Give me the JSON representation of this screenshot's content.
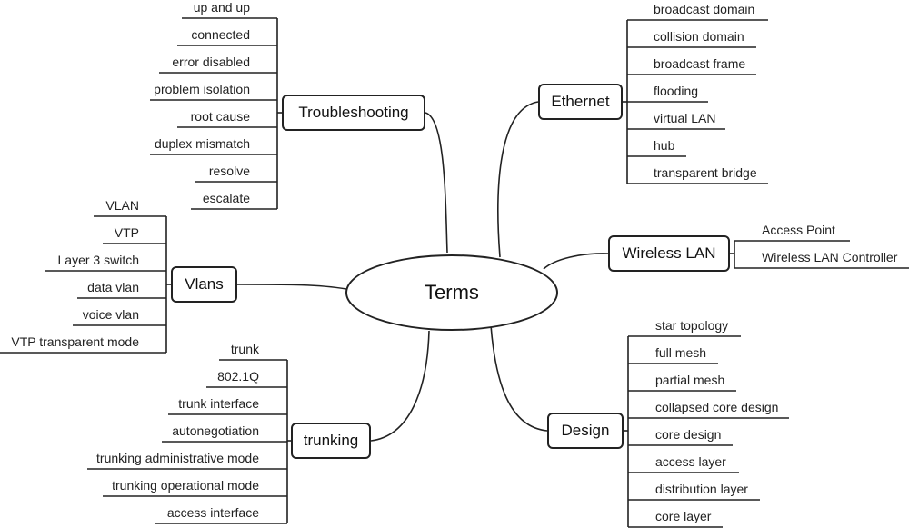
{
  "central": {
    "label": "Terms"
  },
  "branches": [
    {
      "key": "troubleshooting",
      "label": "Troubleshooting",
      "side": "left",
      "items": [
        "up and up",
        "connected",
        "error disabled",
        "problem isolation",
        "root cause",
        "duplex mismatch",
        "resolve",
        "escalate"
      ]
    },
    {
      "key": "vlans",
      "label": "Vlans",
      "side": "left",
      "items": [
        "VLAN",
        "VTP",
        "Layer 3 switch",
        "data vlan",
        "voice vlan",
        "VTP transparent mode"
      ]
    },
    {
      "key": "trunking",
      "label": "trunking",
      "side": "left",
      "items": [
        "trunk",
        "802.1Q",
        "trunk interface",
        "autonegotiation",
        "trunking administrative mode",
        "trunking operational mode",
        "access interface"
      ]
    },
    {
      "key": "ethernet",
      "label": "Ethernet",
      "side": "right",
      "items": [
        "broadcast domain",
        "collision domain",
        "broadcast frame",
        "flooding",
        "virtual LAN",
        "hub",
        "transparent bridge"
      ]
    },
    {
      "key": "wireless-lan",
      "label": "Wireless LAN",
      "side": "right",
      "items": [
        "Access Point",
        "Wireless LAN Controller"
      ]
    },
    {
      "key": "design",
      "label": "Design",
      "side": "right",
      "items": [
        "star topology",
        "full mesh",
        "partial mesh",
        "collapsed core design",
        "core design",
        "access layer",
        "distribution layer",
        "core layer"
      ]
    }
  ]
}
